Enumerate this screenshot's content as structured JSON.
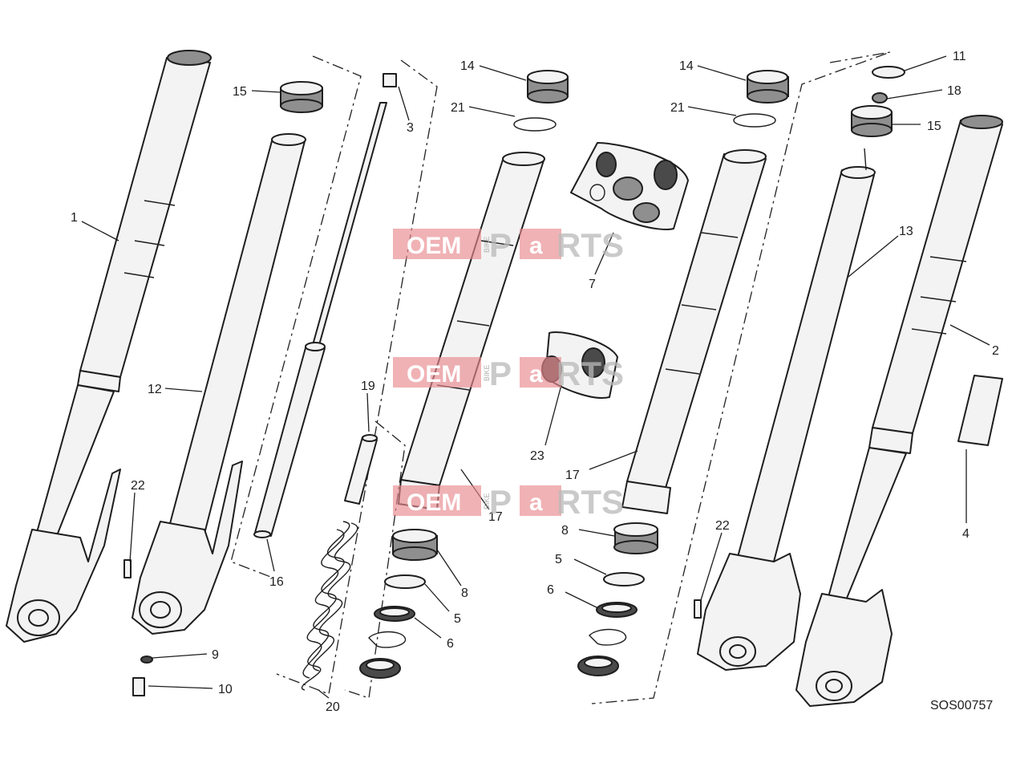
{
  "callouts": [
    "1",
    "15",
    "12",
    "3",
    "16",
    "14",
    "21",
    "19",
    "20",
    "22",
    "9",
    "10",
    "8",
    "5",
    "6",
    "17",
    "7",
    "23",
    "14",
    "21",
    "8",
    "5",
    "6",
    "17",
    "22",
    "11",
    "18",
    "15",
    "13",
    "2",
    "4"
  ],
  "diagram_ref": "SOS00757",
  "watermark": {
    "oem": "OEM",
    "bike": "BIKE",
    "p": "P",
    "a": "a",
    "rts": "RTS"
  }
}
